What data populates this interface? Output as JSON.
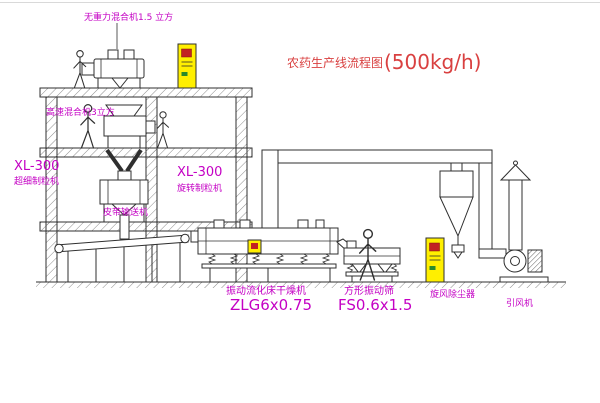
{
  "title": {
    "name": "农药生产线流程图",
    "capacity": "(500kg/h)"
  },
  "labels": {
    "gravity_mixer": "无重力混合机1.5 立方",
    "high_speed_mixer": "高速混合机3立方",
    "fine_granulator_model": "XL-300",
    "fine_granulator_name": "超细制粒机",
    "rotary_granulator_model": "XL-300",
    "rotary_granulator_name": "旋转制粒机",
    "belt_conveyor": "皮带输送机",
    "fluid_bed_dryer_name": "振动流化床干燥机",
    "fluid_bed_dryer_model": "ZLG6x0.75",
    "vibrating_sieve_name": "方形振动筛",
    "vibrating_sieve_model": "FS0.6x1.5",
    "cyclone_dust_collector": "旋风除尘器",
    "induced_draft_fan": "引风机"
  },
  "colors": {
    "label": "#c400c4",
    "title": "#d94040",
    "cabinet": "#ffef00",
    "line": "#2f2f2f",
    "background": "#ffffff"
  }
}
